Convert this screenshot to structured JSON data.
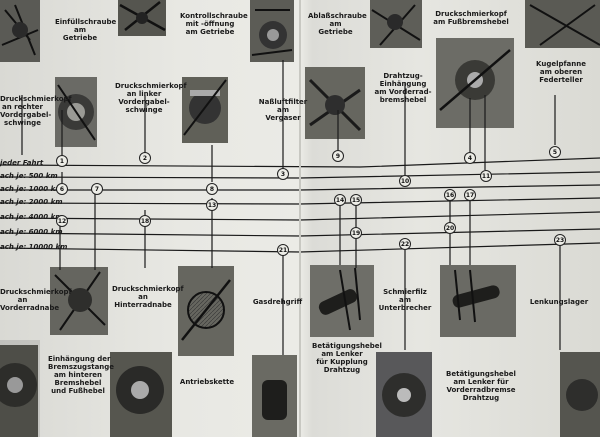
{
  "colors": {
    "paper": "#e8e8e3",
    "ink": "#1a1a1a",
    "background": "#5a5a5a"
  },
  "intervals": [
    "jeder Fahrt",
    "ach je: 500 km",
    "ach je: 1000 km",
    "ach je: 2000 km",
    "ach je: 4000 km",
    "ach je: 6000 km",
    "ach je: 10000 km"
  ],
  "labels": {
    "top": {
      "1": [
        "Druckschmierkopf",
        "an rechter",
        "Vordergabel-",
        "schwinge"
      ],
      "2": [
        "Druckschmierkopf",
        "an linker",
        "Vordergabel-",
        "schwinge"
      ],
      "3": [
        "Naßluftfilter",
        "am",
        "Vergaser"
      ],
      "4": [
        "Druckschmierkopf",
        "am Fußbremshebel"
      ],
      "5": [
        "Kugelpfanne",
        "am oberen",
        "Federteller"
      ],
      "6": [
        "Einfüllschraube",
        "am",
        "Getriebe"
      ],
      "8": [
        "Kontrollschraube",
        "mit -öffnung",
        "am Getriebe"
      ],
      "9": [
        "Ablaßschraube",
        "am",
        "Getriebe"
      ],
      "10": [
        "Drahtzug-",
        "Einhängung",
        "am Vorderrad-",
        "bremshebel"
      ]
    },
    "bottom": {
      "12": [
        "Druckschmierkopf",
        "an",
        "Vorderradnabe"
      ],
      "18": [
        "Druckschmierkopf",
        "an",
        "Hinterradnabe"
      ],
      "7": [
        "Einhängung der",
        "Bremszugstange",
        "am hinteren",
        "Bremshebel",
        "und Fußhebel"
      ],
      "13": [
        "Antriebskette"
      ],
      "21": [
        "Gasdrehgriff"
      ],
      "14_15": [
        "Betätigungshebel",
        "am Lenker",
        "für Kupplung",
        "Drahtzug"
      ],
      "22": [
        "Schmierfilz",
        "am",
        "Unterbrecher"
      ],
      "16_17": [
        "Betätigungshebel",
        "am Lenker für",
        "Vorderradbremse",
        "Drahtzug"
      ],
      "23": [
        "Lenkungslager"
      ]
    }
  },
  "markers": [
    "1",
    "2",
    "3",
    "4",
    "5",
    "6",
    "7",
    "8",
    "9",
    "10",
    "11",
    "12",
    "13",
    "14",
    "15",
    "16",
    "17",
    "18",
    "19",
    "20",
    "21",
    "22",
    "23"
  ]
}
